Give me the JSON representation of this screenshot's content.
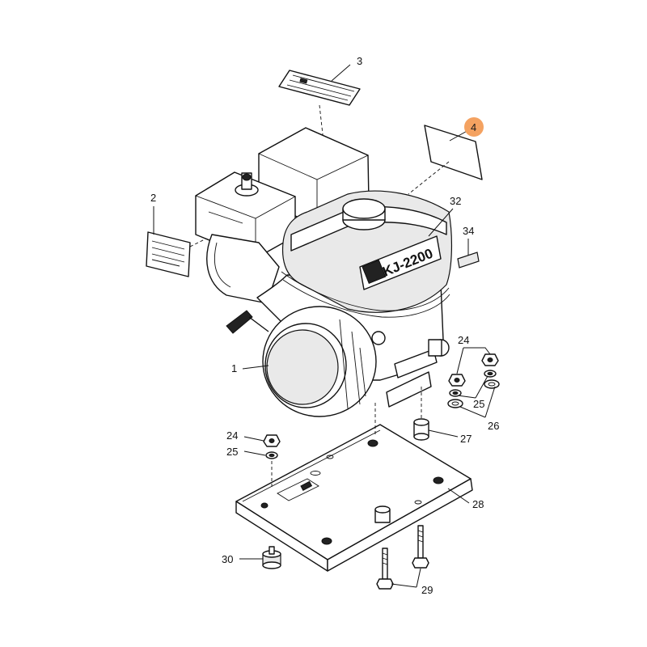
{
  "callouts": {
    "c1": "1",
    "c2": "2",
    "c3": "3",
    "c4": "4",
    "c24a": "24",
    "c24b": "24",
    "c25a": "25",
    "c25b": "25",
    "c26": "26",
    "c27": "27",
    "c28": "28",
    "c29": "29",
    "c30": "30",
    "c32": "32",
    "c34": "34"
  },
  "engine_model_text": "KJ-2200",
  "highlight": {
    "callout": "4",
    "color": "#f4a261"
  }
}
